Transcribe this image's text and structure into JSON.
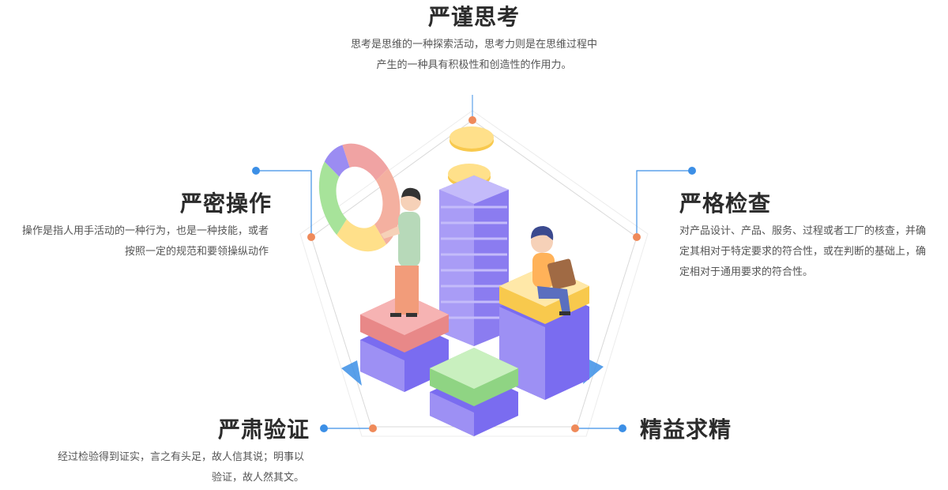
{
  "sections": {
    "top": {
      "title": "严谨思考",
      "lines": [
        "思考是思维的一种探索活动，思考力则是在思维过程中",
        "产生的一种具有积极性和创造性的作用力。"
      ]
    },
    "left": {
      "title": "严密操作",
      "lines": [
        "操作是指人用手活动的一种行为，也是一种技能，或者",
        "按照一定的规范和要领操纵动作"
      ]
    },
    "right": {
      "title": "严格检查",
      "lines": [
        "对产品设计、产品、服务、过程或者工厂的核查，并确",
        "定其相对于特定要求的符合性，或在判断的基础上，确",
        "定相对于通用要求的符合性。"
      ]
    },
    "bottom_left": {
      "title": "严肃验证",
      "lines": [
        "经过检验得到证实，言之有头足，故人信其说；明事以",
        "验证，故人然其文。"
      ]
    },
    "bottom_right": {
      "title": "精益求精"
    }
  },
  "colors": {
    "connector_blue": "#3c8fe6",
    "connector_orange": "#ef8a5a",
    "purple": "#8b7cf0",
    "pink": "#f4a2a2",
    "green": "#a7e39a",
    "yellow": "#ffe08a"
  }
}
